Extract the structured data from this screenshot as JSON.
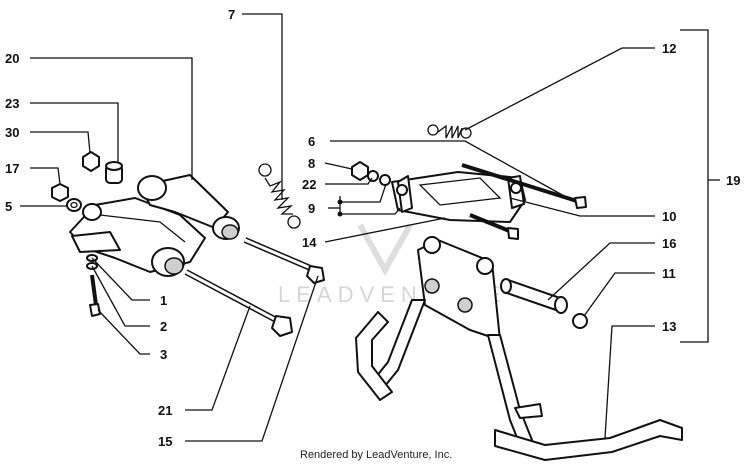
{
  "callouts": {
    "c1": "1",
    "c2": "2",
    "c3": "3",
    "c5": "5",
    "c6": "6",
    "c7": "7",
    "c8": "8",
    "c9": "9",
    "c10": "10",
    "c11": "11",
    "c12": "12",
    "c13": "13",
    "c14": "14",
    "c15": "15",
    "c16": "16",
    "c17": "17",
    "c19": "19",
    "c20": "20",
    "c21": "21",
    "c22": "22",
    "c23": "23",
    "c30": "30"
  },
  "watermark": "LEADVENTURE",
  "credit": "Rendered by LeadVenture, Inc."
}
